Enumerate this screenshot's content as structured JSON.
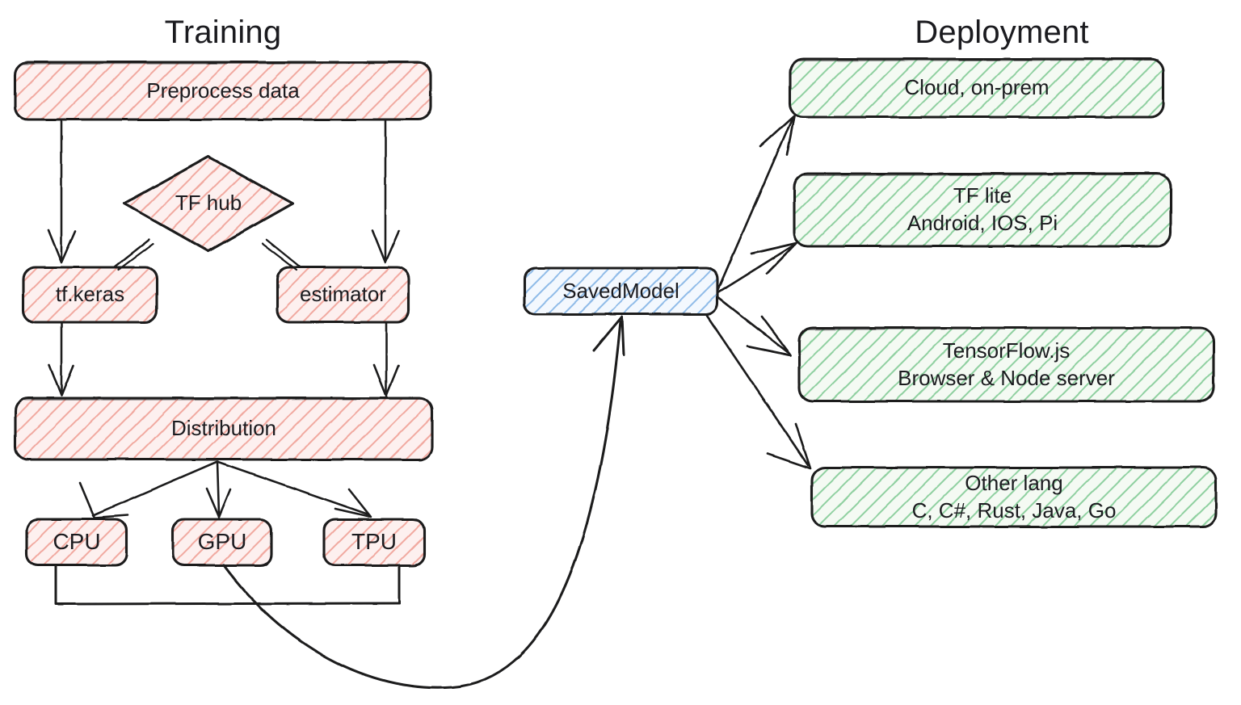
{
  "diagram": {
    "titles": {
      "training": "Training",
      "deployment": "Deployment"
    },
    "colors": {
      "training_fill": "#f8cecc",
      "training_hatch": "#f1a9a0",
      "deployment_fill": "#d5e8d4",
      "deployment_hatch": "#82c98a",
      "savedmodel_fill": "#dae8fc",
      "savedmodel_hatch": "#7ea6e0",
      "stroke": "#1b1b1f",
      "background": "#ffffff"
    },
    "training_nodes": [
      {
        "id": "preprocess",
        "label": "Preprocess data",
        "label2": "",
        "shape": "rounded-rect"
      },
      {
        "id": "tfhub",
        "label": "TF hub",
        "label2": "",
        "shape": "diamond"
      },
      {
        "id": "tfkeras",
        "label": "tf.keras",
        "label2": "",
        "shape": "rounded-rect"
      },
      {
        "id": "estimator",
        "label": "estimator",
        "label2": "",
        "shape": "rounded-rect"
      },
      {
        "id": "distribution",
        "label": "Distribution",
        "label2": "",
        "shape": "rounded-rect"
      },
      {
        "id": "cpu",
        "label": "CPU",
        "label2": "",
        "shape": "rounded-rect"
      },
      {
        "id": "gpu",
        "label": "GPU",
        "label2": "",
        "shape": "rounded-rect"
      },
      {
        "id": "tpu",
        "label": "TPU",
        "label2": "",
        "shape": "rounded-rect"
      }
    ],
    "center_node": {
      "id": "savedmodel",
      "label": "SavedModel",
      "label2": "",
      "shape": "rounded-rect"
    },
    "deployment_nodes": [
      {
        "id": "cloud",
        "label": "Cloud, on-prem",
        "label2": ""
      },
      {
        "id": "tflite",
        "label": "TF lite",
        "label2": "Android, IOS, Pi"
      },
      {
        "id": "tfjs",
        "label": "TensorFlow.js",
        "label2": "Browser & Node server"
      },
      {
        "id": "otherlang",
        "label": "Other lang",
        "label2": "C, C#, Rust, Java, Go"
      }
    ],
    "edges": [
      {
        "from": "preprocess",
        "to": "tfkeras",
        "kind": "arrow"
      },
      {
        "from": "preprocess",
        "to": "estimator",
        "kind": "arrow"
      },
      {
        "from": "tfhub",
        "to": "tfkeras",
        "kind": "line"
      },
      {
        "from": "tfhub",
        "to": "estimator",
        "kind": "line"
      },
      {
        "from": "tfkeras",
        "to": "distribution",
        "kind": "arrow"
      },
      {
        "from": "estimator",
        "to": "distribution",
        "kind": "arrow"
      },
      {
        "from": "distribution",
        "to": "cpu",
        "kind": "arrow"
      },
      {
        "from": "distribution",
        "to": "gpu",
        "kind": "arrow"
      },
      {
        "from": "distribution",
        "to": "tpu",
        "kind": "arrow"
      },
      {
        "from": "cpu",
        "to": "bus",
        "kind": "line"
      },
      {
        "from": "tpu",
        "to": "bus",
        "kind": "line"
      },
      {
        "from": "gpu",
        "to": "savedmodel",
        "kind": "curved-arrow"
      },
      {
        "from": "savedmodel",
        "to": "cloud",
        "kind": "arrow"
      },
      {
        "from": "savedmodel",
        "to": "tflite",
        "kind": "arrow"
      },
      {
        "from": "savedmodel",
        "to": "tfjs",
        "kind": "arrow"
      },
      {
        "from": "savedmodel",
        "to": "otherlang",
        "kind": "arrow"
      }
    ]
  }
}
